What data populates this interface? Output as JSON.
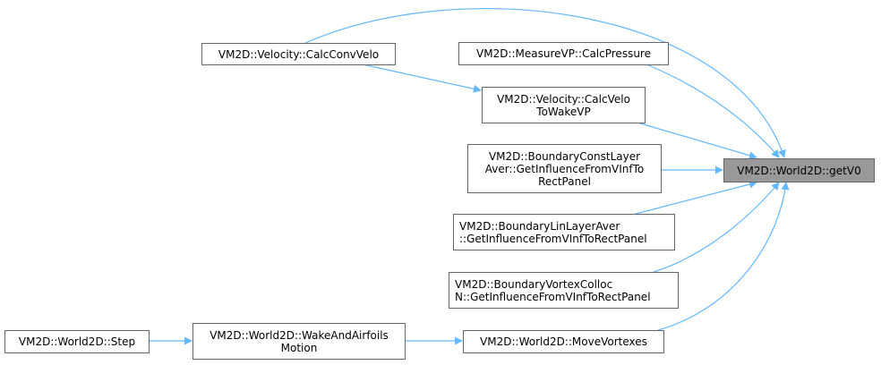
{
  "diagram": {
    "type": "caller-graph",
    "edge_color": "#63b8ff",
    "target_fill": "#999999",
    "node_border": "#666666",
    "nodes": [
      {
        "id": "getV0",
        "lines": [
          "VM2D::World2D::getV0"
        ],
        "is_target": true
      },
      {
        "id": "CalcConvVelo",
        "lines": [
          "VM2D::Velocity::CalcConvVelo"
        ]
      },
      {
        "id": "CalcPressure",
        "lines": [
          "VM2D::MeasureVP::CalcPressure"
        ]
      },
      {
        "id": "CalcVeloToWakeVP",
        "lines": [
          "VM2D::Velocity::CalcVelo",
          "ToWakeVP"
        ]
      },
      {
        "id": "BoundaryConstLayer",
        "lines": [
          "VM2D::BoundaryConstLayer",
          "Aver::GetInfluenceFromVInfTo",
          "RectPanel"
        ]
      },
      {
        "id": "BoundaryLinLayer",
        "lines": [
          "VM2D::BoundaryLinLayerAver",
          "::GetInfluenceFromVInfToRectPanel"
        ]
      },
      {
        "id": "BoundaryVortexColloc",
        "lines": [
          "VM2D::BoundaryVortexColloc",
          "N::GetInfluenceFromVInfToRectPanel"
        ]
      },
      {
        "id": "MoveVortexes",
        "lines": [
          "VM2D::World2D::MoveVortexes"
        ]
      },
      {
        "id": "WakeAndAirfoilsMotion",
        "lines": [
          "VM2D::World2D::WakeAndAirfoils",
          "Motion"
        ]
      },
      {
        "id": "Step",
        "lines": [
          "VM2D::World2D::Step"
        ]
      }
    ],
    "edges": [
      {
        "from": "CalcConvVelo",
        "to": "getV0"
      },
      {
        "from": "CalcConvVelo",
        "to": "CalcVeloToWakeVP"
      },
      {
        "from": "CalcPressure",
        "to": "getV0"
      },
      {
        "from": "CalcVeloToWakeVP",
        "to": "getV0"
      },
      {
        "from": "BoundaryConstLayer",
        "to": "getV0"
      },
      {
        "from": "BoundaryLinLayer",
        "to": "getV0"
      },
      {
        "from": "BoundaryVortexColloc",
        "to": "getV0"
      },
      {
        "from": "MoveVortexes",
        "to": "getV0"
      },
      {
        "from": "WakeAndAirfoilsMotion",
        "to": "MoveVortexes"
      },
      {
        "from": "Step",
        "to": "WakeAndAirfoilsMotion"
      }
    ]
  }
}
